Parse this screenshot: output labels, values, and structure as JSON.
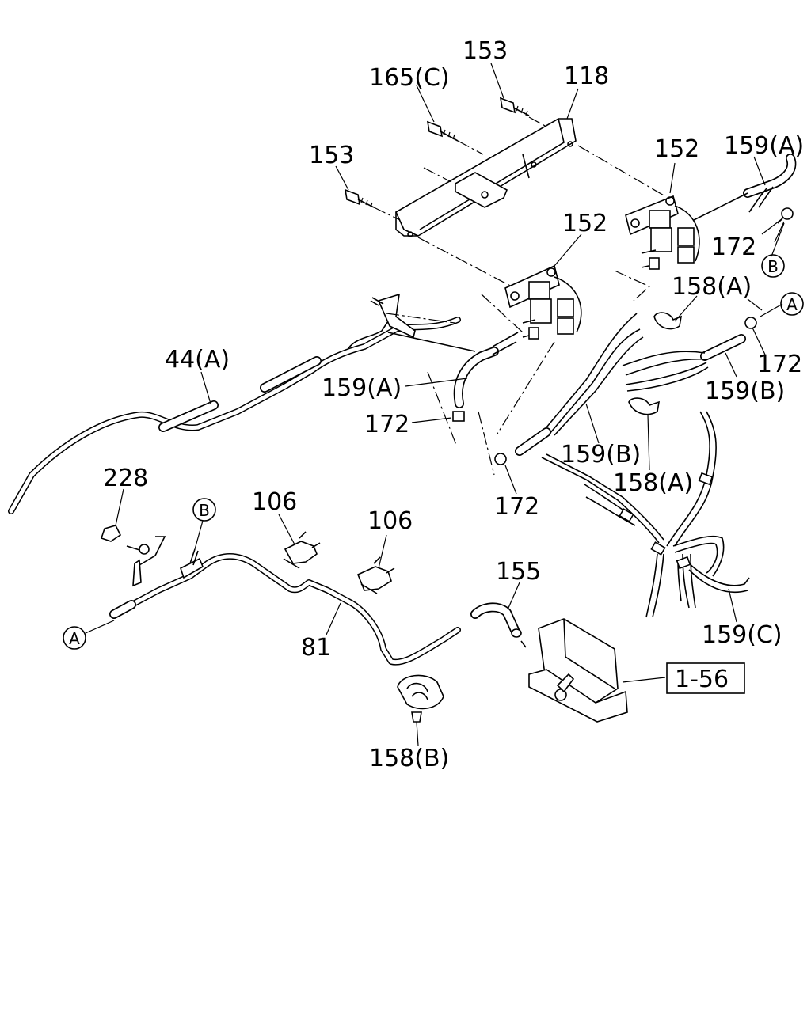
{
  "callouts": {
    "c153_top": "153",
    "c165c": "165(C)",
    "c118": "118",
    "c153_left": "153",
    "c152_right": "152",
    "c159a_top": "159(A)",
    "c172_top": "172",
    "c152_mid": "152",
    "c158a_top": "158(A)",
    "c44a": "44(A)",
    "c159a_mid": "159(A)",
    "c172_mid": "172",
    "c172_right": "172",
    "c159b_right": "159(B)",
    "c159b_mid": "159(B)",
    "c158a_mid": "158(A)",
    "c172_low": "172",
    "c228": "228",
    "c106_a": "106",
    "c106_b": "106",
    "c155": "155",
    "c81": "81",
    "c159c": "159(C)",
    "c158b": "158(B)"
  },
  "connectors": {
    "b_top": "B",
    "a_top": "A",
    "b_low": "B",
    "a_low": "A"
  },
  "reference": {
    "label": "1-56"
  }
}
